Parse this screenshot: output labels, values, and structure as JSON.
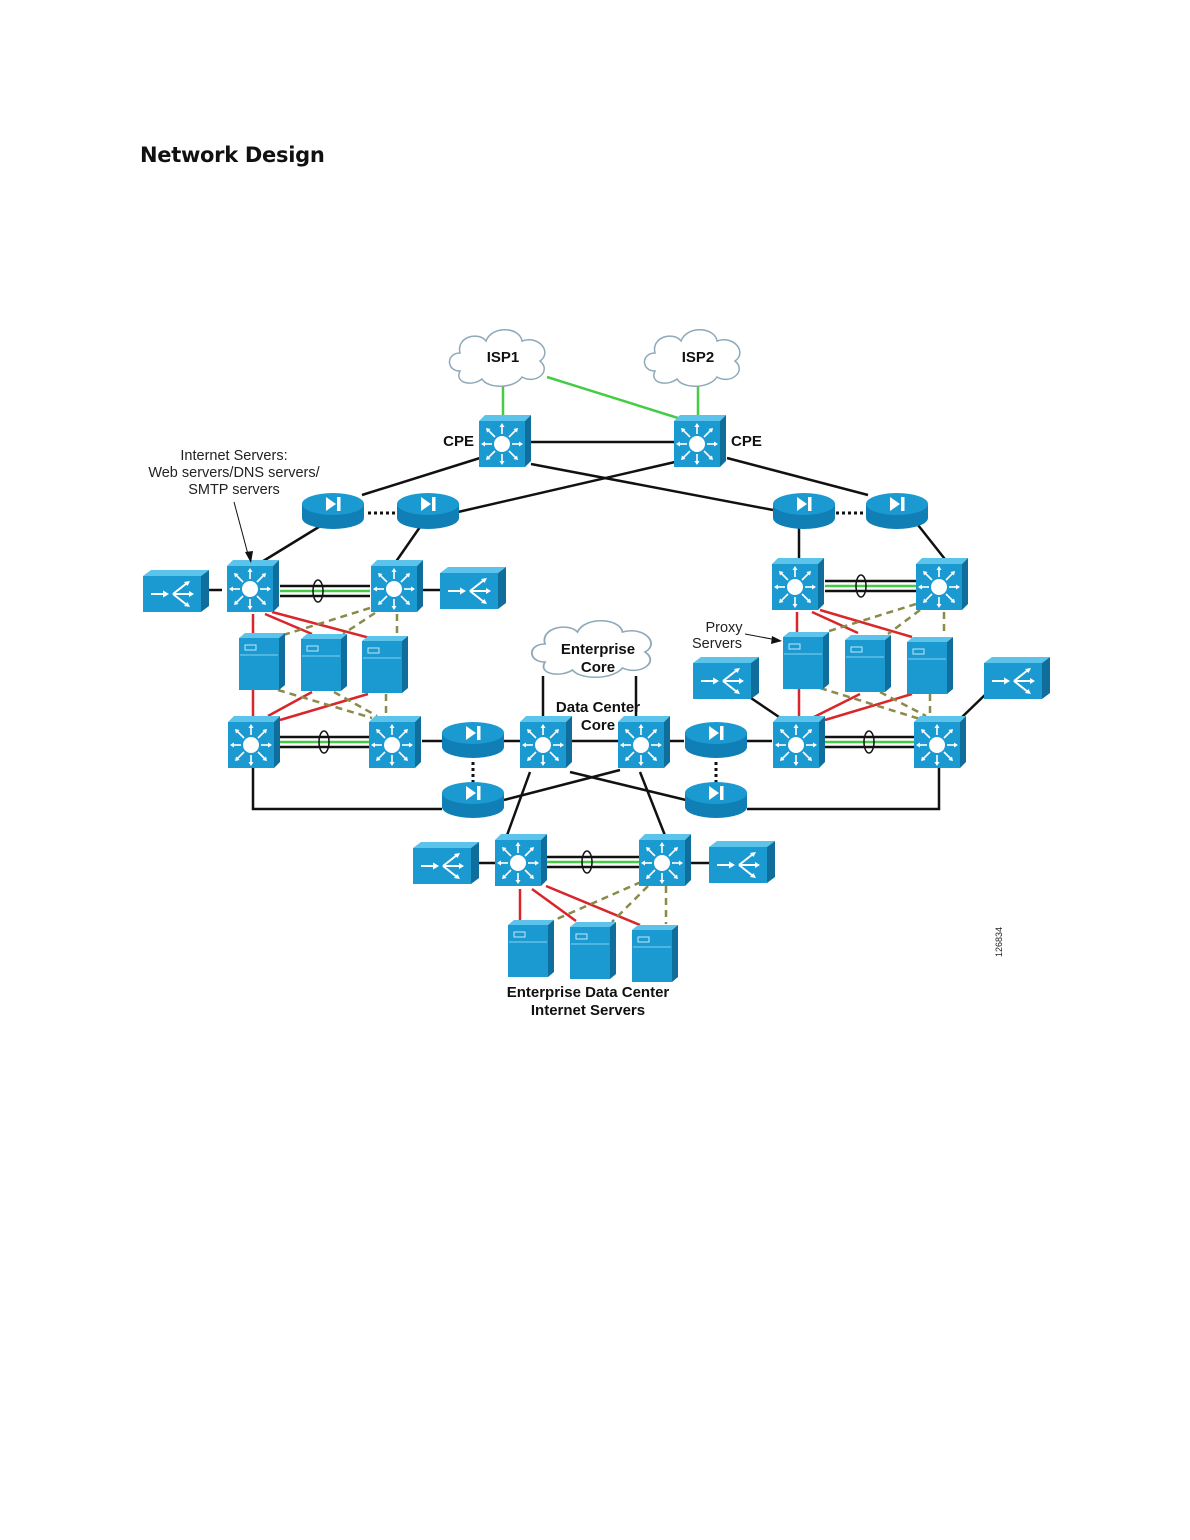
{
  "page": {
    "title": "Network Design"
  },
  "diagram": {
    "labels": {
      "isp1": "ISP1",
      "isp2": "ISP2",
      "cpe_left": "CPE",
      "cpe_right": "CPE",
      "internet_servers_line1": "Internet Servers:",
      "internet_servers_line2": "Web servers/DNS servers/",
      "internet_servers_line3": "SMTP servers",
      "proxy_line1": "Proxy",
      "proxy_line2": "Servers",
      "enterprise_core_line1": "Enterprise",
      "enterprise_core_line2": "Core",
      "dc_core_line1": "Data Center",
      "dc_core_line2": "Core",
      "edc_line1": "Enterprise Data Center",
      "edc_line2": "Internet Servers",
      "figure_id": "126834"
    },
    "colors": {
      "device_blue": "#1b9ad2",
      "device_dark": "#0f6e9c",
      "device_light": "#5cc3ea",
      "link_black": "#111111",
      "link_green": "#44cc44",
      "link_red": "#d9262b",
      "link_dashed": "#8a8a4a",
      "cloud_stroke": "#8ea9b8"
    }
  }
}
